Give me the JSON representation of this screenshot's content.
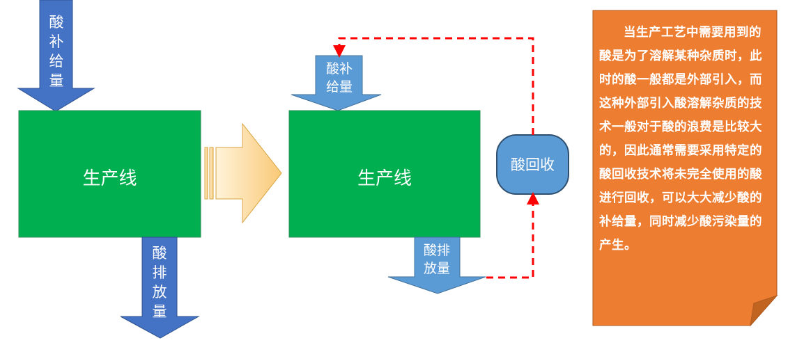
{
  "left_process": {
    "acid_in_label": "酸补给量",
    "box_label": "生产线",
    "acid_out_label": "酸排放量"
  },
  "right_process": {
    "acid_in_label": "酸补给量",
    "box_label": "生产线",
    "acid_out_label": "酸排放量",
    "recovery_label": "酸回收"
  },
  "note": {
    "text": "当生产工艺中需要用到的酸是为了溶解某种杂质时，此时的酸一般都是外部引入，而这种外部引入酸溶解杂质的技术一般对于酸的浪费是比较大的，因此通常需要采用特定的酸回收技术将未完全使用的酸进行回收，可以大大减少酸的补给量，同时减少酸污染量的产生。"
  },
  "colors": {
    "green": "#00b050",
    "arrow_blue": "#4472c4",
    "arrow_blue_light": "#5b9bd5",
    "recovery_blue": "#5b9bd5",
    "dashed_red": "#ff0000",
    "note_orange": "#ed7d31",
    "transition_arrow": "#fbd48a"
  }
}
